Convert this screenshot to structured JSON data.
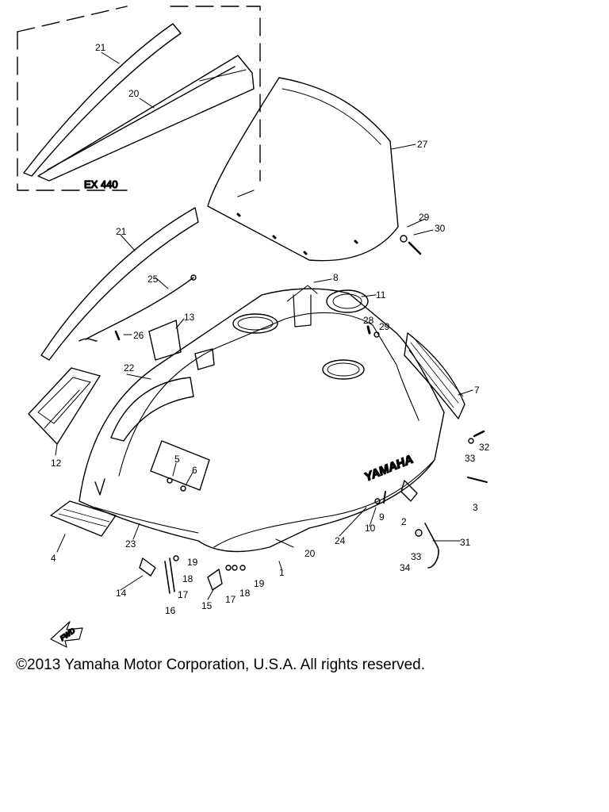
{
  "diagram": {
    "model_label": "EX 440",
    "brand_text": "YAMAHA",
    "forward_marker": "FWD",
    "callouts": [
      {
        "id": "c1",
        "text": "1"
      },
      {
        "id": "c2",
        "text": "2"
      },
      {
        "id": "c3",
        "text": "3"
      },
      {
        "id": "c4",
        "text": "4"
      },
      {
        "id": "c5",
        "text": "5"
      },
      {
        "id": "c6",
        "text": "6"
      },
      {
        "id": "c7",
        "text": "7"
      },
      {
        "id": "c8",
        "text": "8"
      },
      {
        "id": "c9",
        "text": "9"
      },
      {
        "id": "c10",
        "text": "10"
      },
      {
        "id": "c11",
        "text": "11"
      },
      {
        "id": "c12",
        "text": "12"
      },
      {
        "id": "c13",
        "text": "13"
      },
      {
        "id": "c14",
        "text": "14"
      },
      {
        "id": "c15",
        "text": "15"
      },
      {
        "id": "c16",
        "text": "16"
      },
      {
        "id": "c17a",
        "text": "17"
      },
      {
        "id": "c17b",
        "text": "17"
      },
      {
        "id": "c18a",
        "text": "18"
      },
      {
        "id": "c18b",
        "text": "18"
      },
      {
        "id": "c19a",
        "text": "19"
      },
      {
        "id": "c19b",
        "text": "19"
      },
      {
        "id": "c20a",
        "text": "20"
      },
      {
        "id": "c20b",
        "text": "20"
      },
      {
        "id": "c21a",
        "text": "21"
      },
      {
        "id": "c21b",
        "text": "21"
      },
      {
        "id": "c22",
        "text": "22"
      },
      {
        "id": "c23",
        "text": "23"
      },
      {
        "id": "c24",
        "text": "24"
      },
      {
        "id": "c25",
        "text": "25"
      },
      {
        "id": "c26",
        "text": "26"
      },
      {
        "id": "c27",
        "text": "27"
      },
      {
        "id": "c28",
        "text": "28"
      },
      {
        "id": "c29a",
        "text": "29"
      },
      {
        "id": "c29b",
        "text": "29"
      },
      {
        "id": "c30",
        "text": "30"
      },
      {
        "id": "c31",
        "text": "31"
      },
      {
        "id": "c32",
        "text": "32"
      },
      {
        "id": "c33a",
        "text": "33"
      },
      {
        "id": "c33b",
        "text": "33"
      },
      {
        "id": "c34",
        "text": "34"
      }
    ]
  },
  "footer": {
    "copyright": "©2013 Yamaha Motor Corporation, U.S.A. All rights reserved."
  }
}
